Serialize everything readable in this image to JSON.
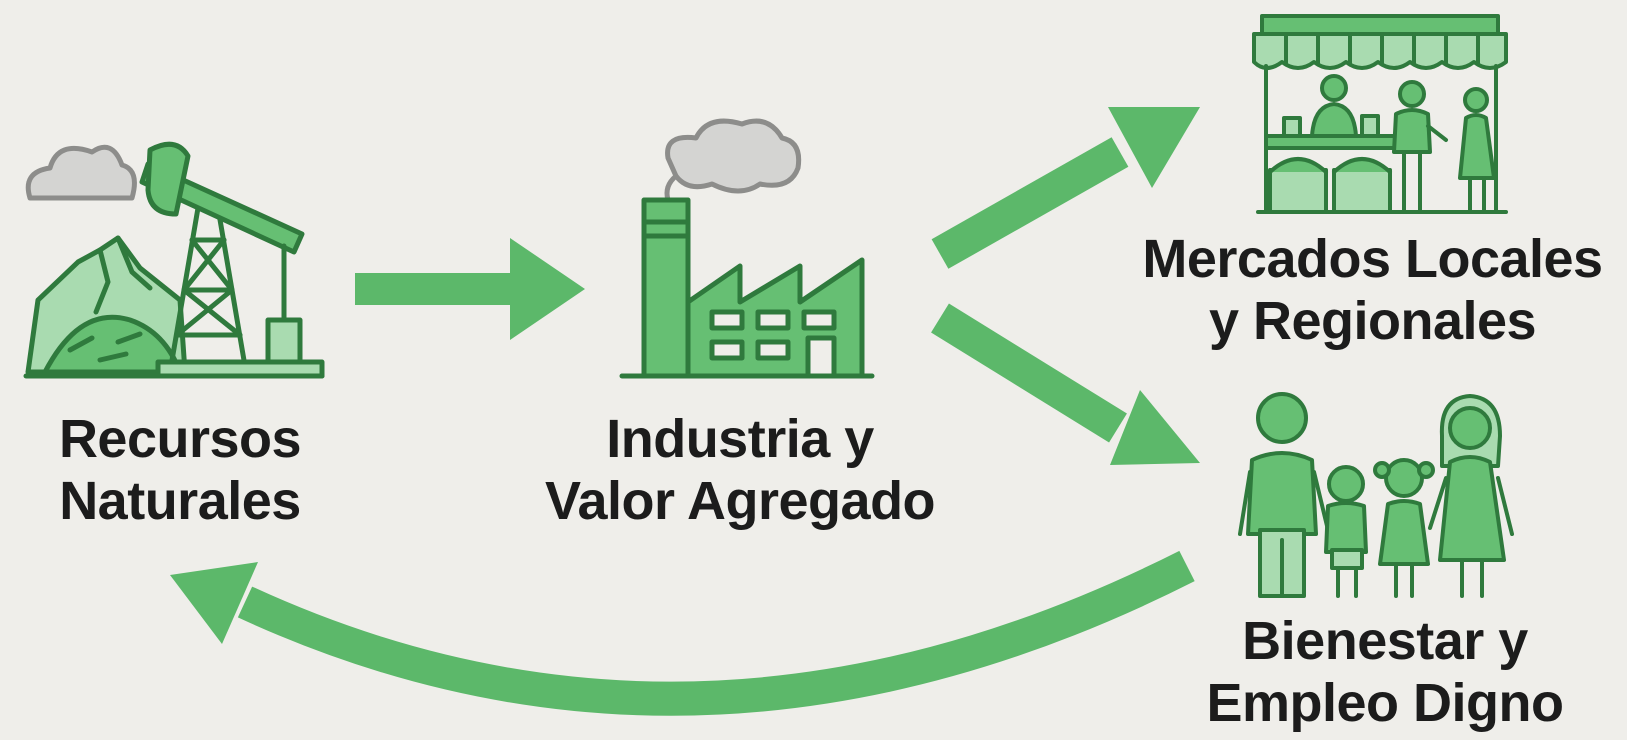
{
  "colors": {
    "background": "#efeeea",
    "green_fill": "#66bf73",
    "green_light": "#a9dbb0",
    "green_stroke": "#2f7a3d",
    "arrow_green": "#5cb86a",
    "cloud_fill": "#d4d4d2",
    "cloud_stroke": "#8d8d8b",
    "text": "#1c1c1c"
  },
  "nodes": {
    "recursos": {
      "line1": "Recursos",
      "line2": "Naturales",
      "icon": "oil-pump-mountain-icon"
    },
    "industria": {
      "line1": "Industria y",
      "line2": "Valor Agregado",
      "icon": "factory-icon"
    },
    "mercados": {
      "line1": "Mercados Locales",
      "line2": "y Regionales",
      "icon": "market-stall-icon"
    },
    "bienestar": {
      "line1": "Bienestar y",
      "line2": "Empleo Digno",
      "icon": "family-icon"
    }
  },
  "edges": [
    {
      "from": "recursos",
      "to": "industria"
    },
    {
      "from": "industria",
      "to": "mercados"
    },
    {
      "from": "industria",
      "to": "bienestar"
    },
    {
      "from": "bienestar",
      "to": "recursos"
    }
  ]
}
